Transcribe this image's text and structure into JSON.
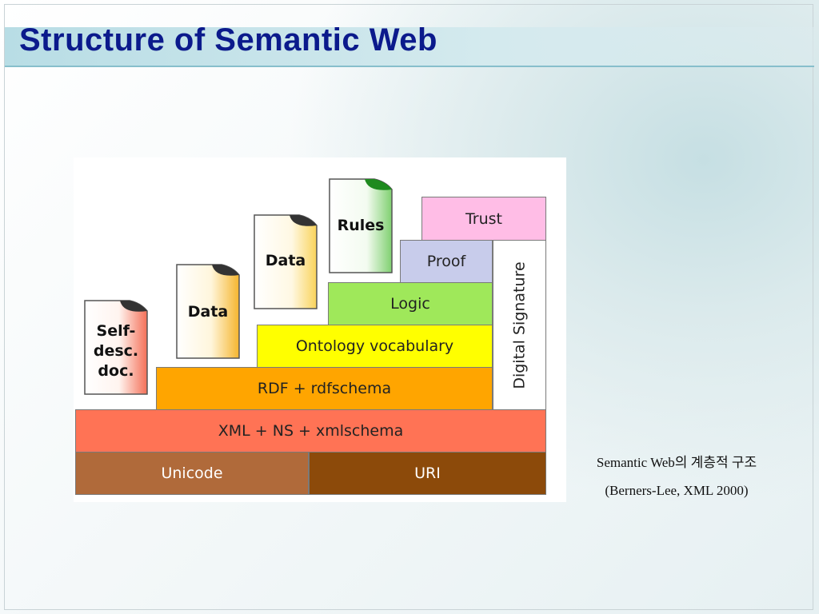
{
  "slide": {
    "title": "Structure of Semantic Web",
    "caption_line1": "Semantic Web의 계층적 구조",
    "caption_line2": "(Berners-Lee, XML 2000)"
  },
  "diagram": {
    "layers": {
      "unicode": "Unicode",
      "uri": "URI",
      "xml": "XML + NS + xmlschema",
      "rdf": "RDF + rdfschema",
      "ontology": "Ontology vocabulary",
      "logic": "Logic",
      "proof": "Proof",
      "trust": "Trust",
      "signature": "Digital Signature"
    },
    "documents": {
      "self_desc": [
        "Self-",
        "desc.",
        "doc."
      ],
      "data1": "Data",
      "data2": "Data",
      "rules": "Rules"
    }
  },
  "colors": {
    "title": "#0b1a8c",
    "unicode": "#b06a3a",
    "uri": "#8c4a0a",
    "xml": "#ff7355",
    "rdf": "#ffa500",
    "ontology": "#ffff00",
    "logic": "#9fe85a",
    "proof": "#c8cceb",
    "trust": "#ffbde6"
  }
}
